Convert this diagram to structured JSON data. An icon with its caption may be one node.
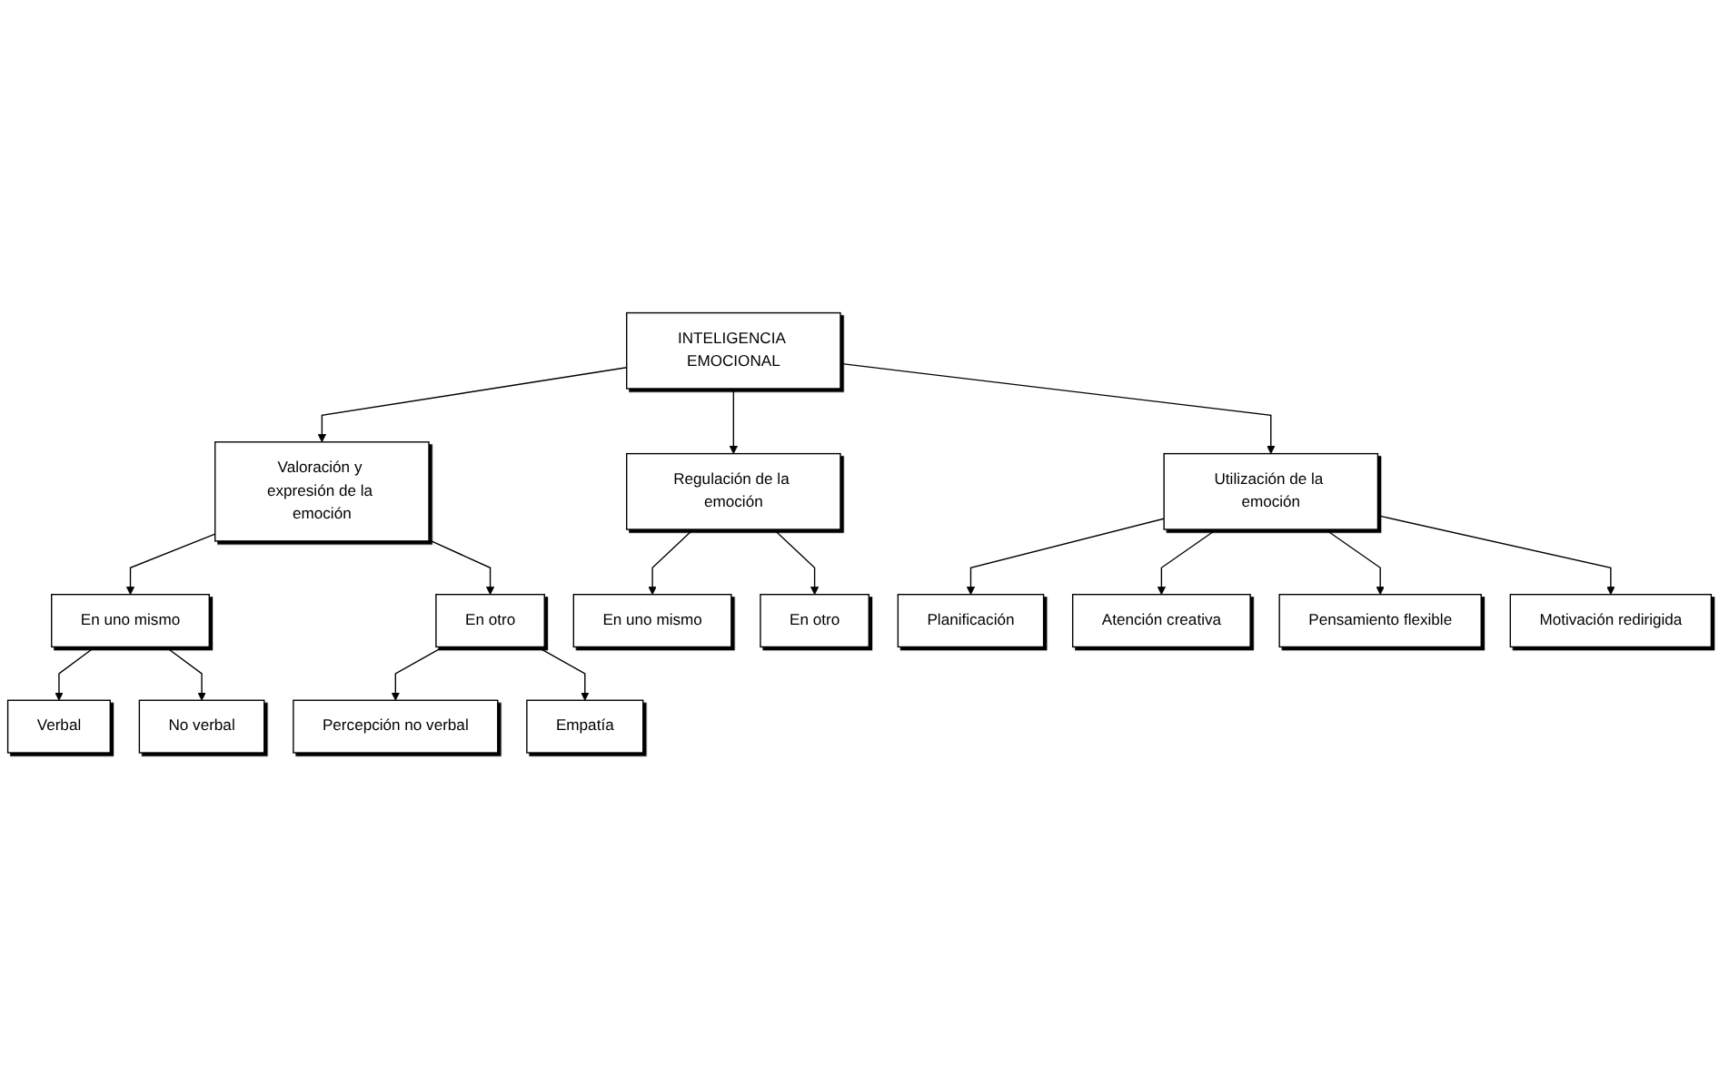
{
  "diagram": {
    "nodes": [
      {
        "text": [
          "INTELIGENCIA EMOCIONAL"
        ]
      },
      {
        "text": [
          "Valoración y expresión de la emoción"
        ]
      },
      {
        "text": [
          "Regulación de la emoción"
        ]
      },
      {
        "text": [
          "Utilización de la emoción"
        ]
      },
      {
        "text": [
          "En uno mismo"
        ]
      },
      {
        "text": [
          "En otro"
        ]
      },
      {
        "text": [
          "En uno mismo"
        ]
      },
      {
        "text": [
          "En otro"
        ]
      },
      {
        "text": [
          "Planificación"
        ]
      },
      {
        "text": [
          "Atención creativa"
        ]
      },
      {
        "text": [
          "Pensamiento flexible"
        ]
      },
      {
        "text": [
          "Motivación redirigida"
        ]
      },
      {
        "text": [
          "Verbal"
        ]
      },
      {
        "text": [
          "No verbal"
        ]
      },
      {
        "text": [
          "Percepción no verbal"
        ]
      },
      {
        "text": [
          "Empatía"
        ]
      }
    ],
    "edges": [
      {
        "from": 0,
        "to": 1,
        "arrow": "to"
      },
      {
        "from": 0,
        "to": 2,
        "arrow": "to"
      },
      {
        "from": 0,
        "to": 3,
        "arrow": "to"
      },
      {
        "from": 1,
        "to": 4,
        "arrow": "to"
      },
      {
        "from": 1,
        "to": 5,
        "arrow": "to"
      },
      {
        "from": 2,
        "to": 6,
        "arrow": "to"
      },
      {
        "from": 2,
        "to": 7,
        "arrow": "to"
      },
      {
        "from": 3,
        "to": 8,
        "arrow": "to"
      },
      {
        "from": 3,
        "to": 9,
        "arrow": "to"
      },
      {
        "from": 3,
        "to": 10,
        "arrow": "to"
      },
      {
        "from": 3,
        "to": 11,
        "arrow": "to"
      },
      {
        "from": 4,
        "to": 12,
        "arrow": "to"
      },
      {
        "from": 4,
        "to": 13,
        "arrow": "to"
      },
      {
        "from": 5,
        "to": 14,
        "arrow": "to"
      },
      {
        "from": 5,
        "to": 15,
        "arrow": "to"
      }
    ]
  }
}
